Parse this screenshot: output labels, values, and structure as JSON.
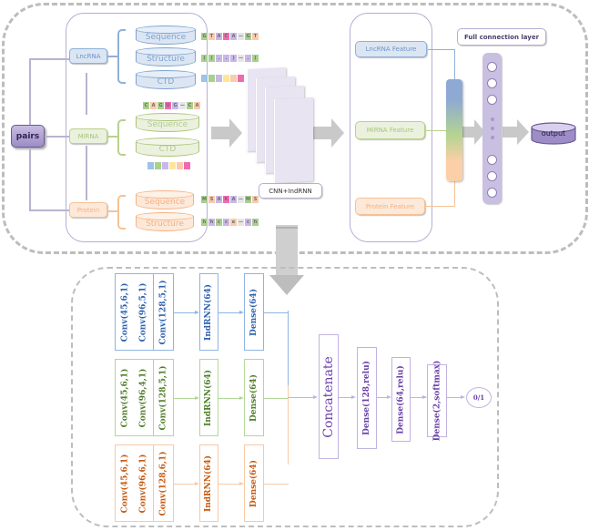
{
  "top": {
    "pairs_label": "pairs",
    "sources": [
      {
        "id": "lncrna",
        "label": "LncRNA"
      },
      {
        "id": "mirna",
        "label": "MiRNA"
      },
      {
        "id": "protein",
        "label": "Protein"
      }
    ],
    "lncrna_features": [
      {
        "label": "Sequence",
        "strip": [
          "G",
          "T",
          "A",
          "C",
          "A",
          "—",
          "G",
          "T"
        ]
      },
      {
        "label": "Structure",
        "strip": [
          "(",
          "(",
          ".",
          ".",
          ")",
          "—",
          ".",
          "("
        ]
      },
      {
        "label": "CTD",
        "strip": [
          "",
          "",
          "",
          "",
          "",
          ""
        ]
      }
    ],
    "mirna_features": [
      {
        "label": "Sequence",
        "strip": [
          "C",
          "A",
          "G",
          "U",
          "G",
          "—",
          "C",
          "A"
        ]
      },
      {
        "label": "CTD",
        "strip": [
          "",
          "",
          "",
          "",
          "",
          ""
        ]
      }
    ],
    "protein_features": [
      {
        "label": "Sequence",
        "strip": [
          "M",
          "S",
          "A",
          "K",
          "A",
          "—",
          "M",
          "S"
        ]
      },
      {
        "label": "Structure",
        "strip": [
          "h",
          "h",
          "c",
          "c",
          "e",
          "—",
          "c",
          "h"
        ]
      }
    ],
    "cnn_label": "CNN+IndRNN",
    "feature_labels": {
      "lncrna": "LncRNA Feature",
      "mirna": "MiRNA Feature",
      "protein": "Protein Feature"
    },
    "fc_label": "Full connection layer",
    "output_label": "output"
  },
  "bottom": {
    "rows": [
      {
        "color": "blue",
        "convs": [
          "Conv(45,6,1)",
          "Conv(96,5,1)",
          "Conv(128,5,1)"
        ],
        "rnn": "IndRNN(64)",
        "dense": "Dense(64)"
      },
      {
        "color": "green",
        "convs": [
          "Conv(45,6,1)",
          "Conv(96,4,1)",
          "Conv(128,5,1)"
        ],
        "rnn": "IndRNN(64)",
        "dense": "Dense(64)"
      },
      {
        "color": "orange",
        "convs": [
          "Conv(45,6,1)",
          "Conv(96,6,1)",
          "Conv(128,6,1)"
        ],
        "rnn": "IndRNN(64)",
        "dense": "Dense(64)"
      }
    ],
    "concat": "Concatenate",
    "head": [
      "Dense(128,relu)",
      "Dense(64,relu)",
      "Dense(2,softmax)"
    ],
    "result": "0/1"
  },
  "colors": {
    "lncrna": "#8fb0d8",
    "mirna": "#b8d18b",
    "protein": "#f4b183",
    "network": "#b7aed3",
    "strip_palette": [
      "#9dc3e6",
      "#a9d08e",
      "#c9b8e6",
      "#ffe699",
      "#f8cbad",
      "#f06ab0"
    ]
  }
}
